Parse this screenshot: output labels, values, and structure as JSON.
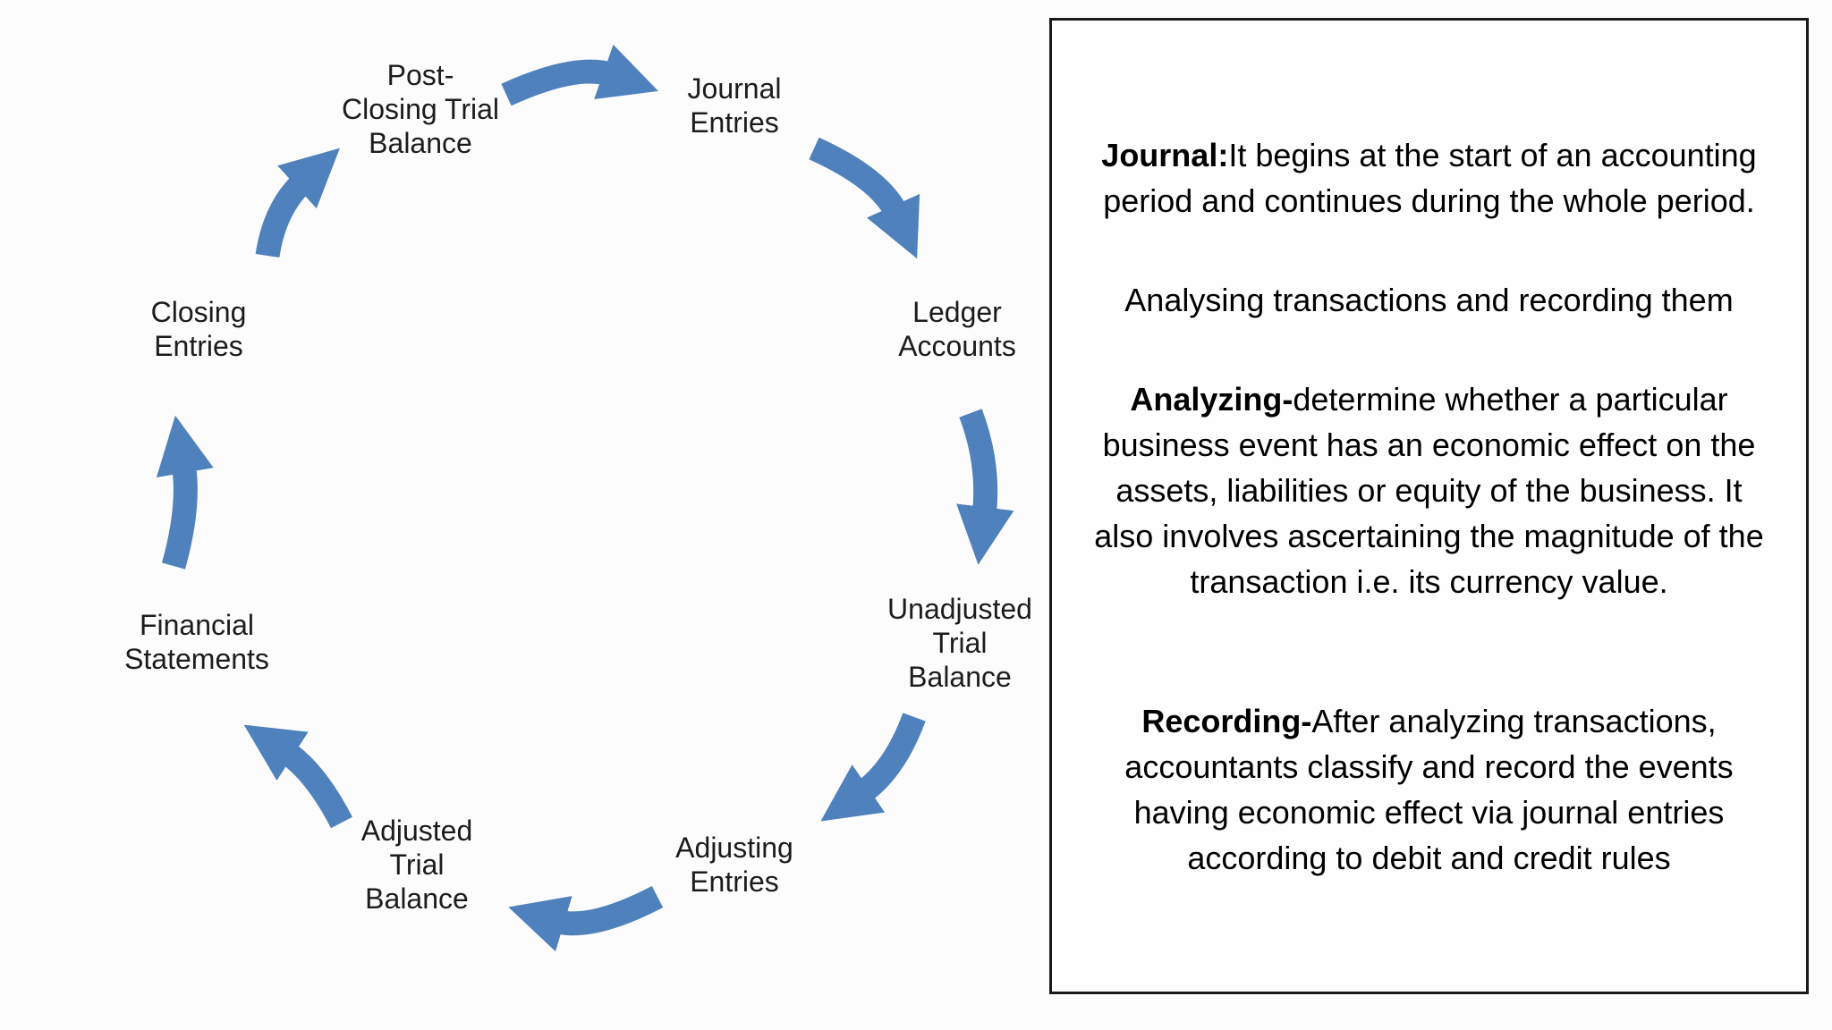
{
  "diagram": {
    "arrow_color": "#4f81bd",
    "stages": [
      {
        "label": "Post-\nClosing Trial\nBalance"
      },
      {
        "label": "Journal\nEntries"
      },
      {
        "label": "Ledger\nAccounts"
      },
      {
        "label": "Unadjusted\nTrial\nBalance"
      },
      {
        "label": "Adjusting\nEntries"
      },
      {
        "label": "Adjusted\nTrial\nBalance"
      },
      {
        "label": "Financial\nStatements"
      },
      {
        "label": "Closing\nEntries"
      }
    ]
  },
  "panel": {
    "paragraphs": [
      {
        "lead": "Journal:",
        "body": "It begins at the start of an accounting\nperiod and continues during the whole period."
      },
      {
        "lead": "",
        "body": "Analysing transactions and recording them"
      },
      {
        "lead": "Analyzing-",
        "body": "determine whether a particular\nbusiness event has an economic effect on the\nassets, liabilities or equity of the business. It\nalso involves ascertaining the magnitude of the\ntransaction i.e. its currency value."
      },
      {
        "lead": "Recording-",
        "body": "After analyzing transactions,\naccountants classify and record the events\nhaving economic effect via journal entries\naccording to debit and credit rules"
      }
    ]
  }
}
